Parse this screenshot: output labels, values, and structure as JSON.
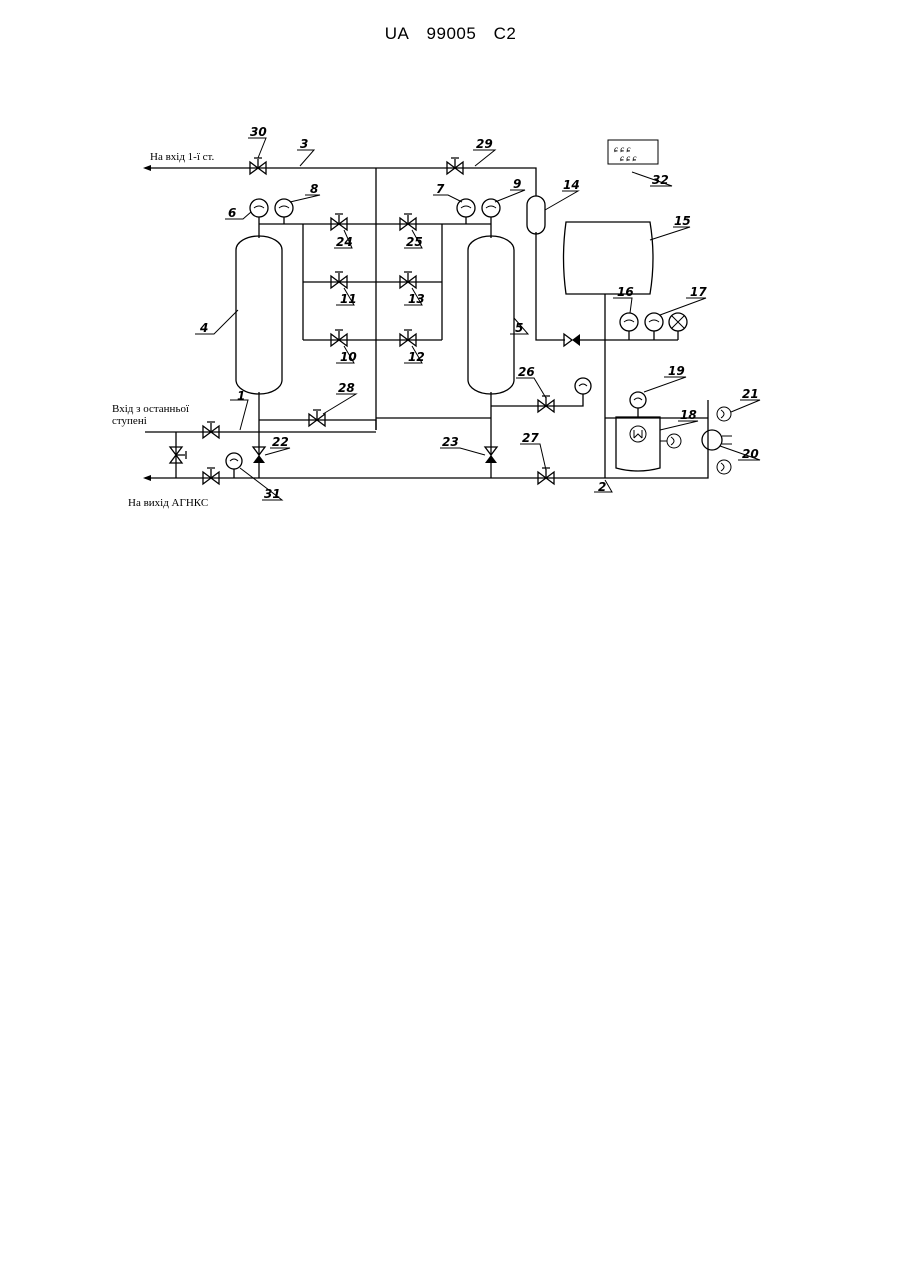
{
  "header": {
    "country": "UA",
    "number": "99005",
    "kind": "C2"
  },
  "labels": {
    "inlet_first_stage": "На вхід 1-ї ст.",
    "inlet_last_stage_line1": "Вхід з останньої",
    "inlet_last_stage_line2": "ступені",
    "outlet": "На вихід АГНКС"
  },
  "numbers": [
    "1",
    "2",
    "3",
    "4",
    "5",
    "6",
    "7",
    "8",
    "9",
    "10",
    "11",
    "12",
    "13",
    "14",
    "15",
    "16",
    "17",
    "18",
    "19",
    "20",
    "21",
    "22",
    "23",
    "24",
    "25",
    "26",
    "27",
    "28",
    "29",
    "30",
    "31",
    "32"
  ]
}
